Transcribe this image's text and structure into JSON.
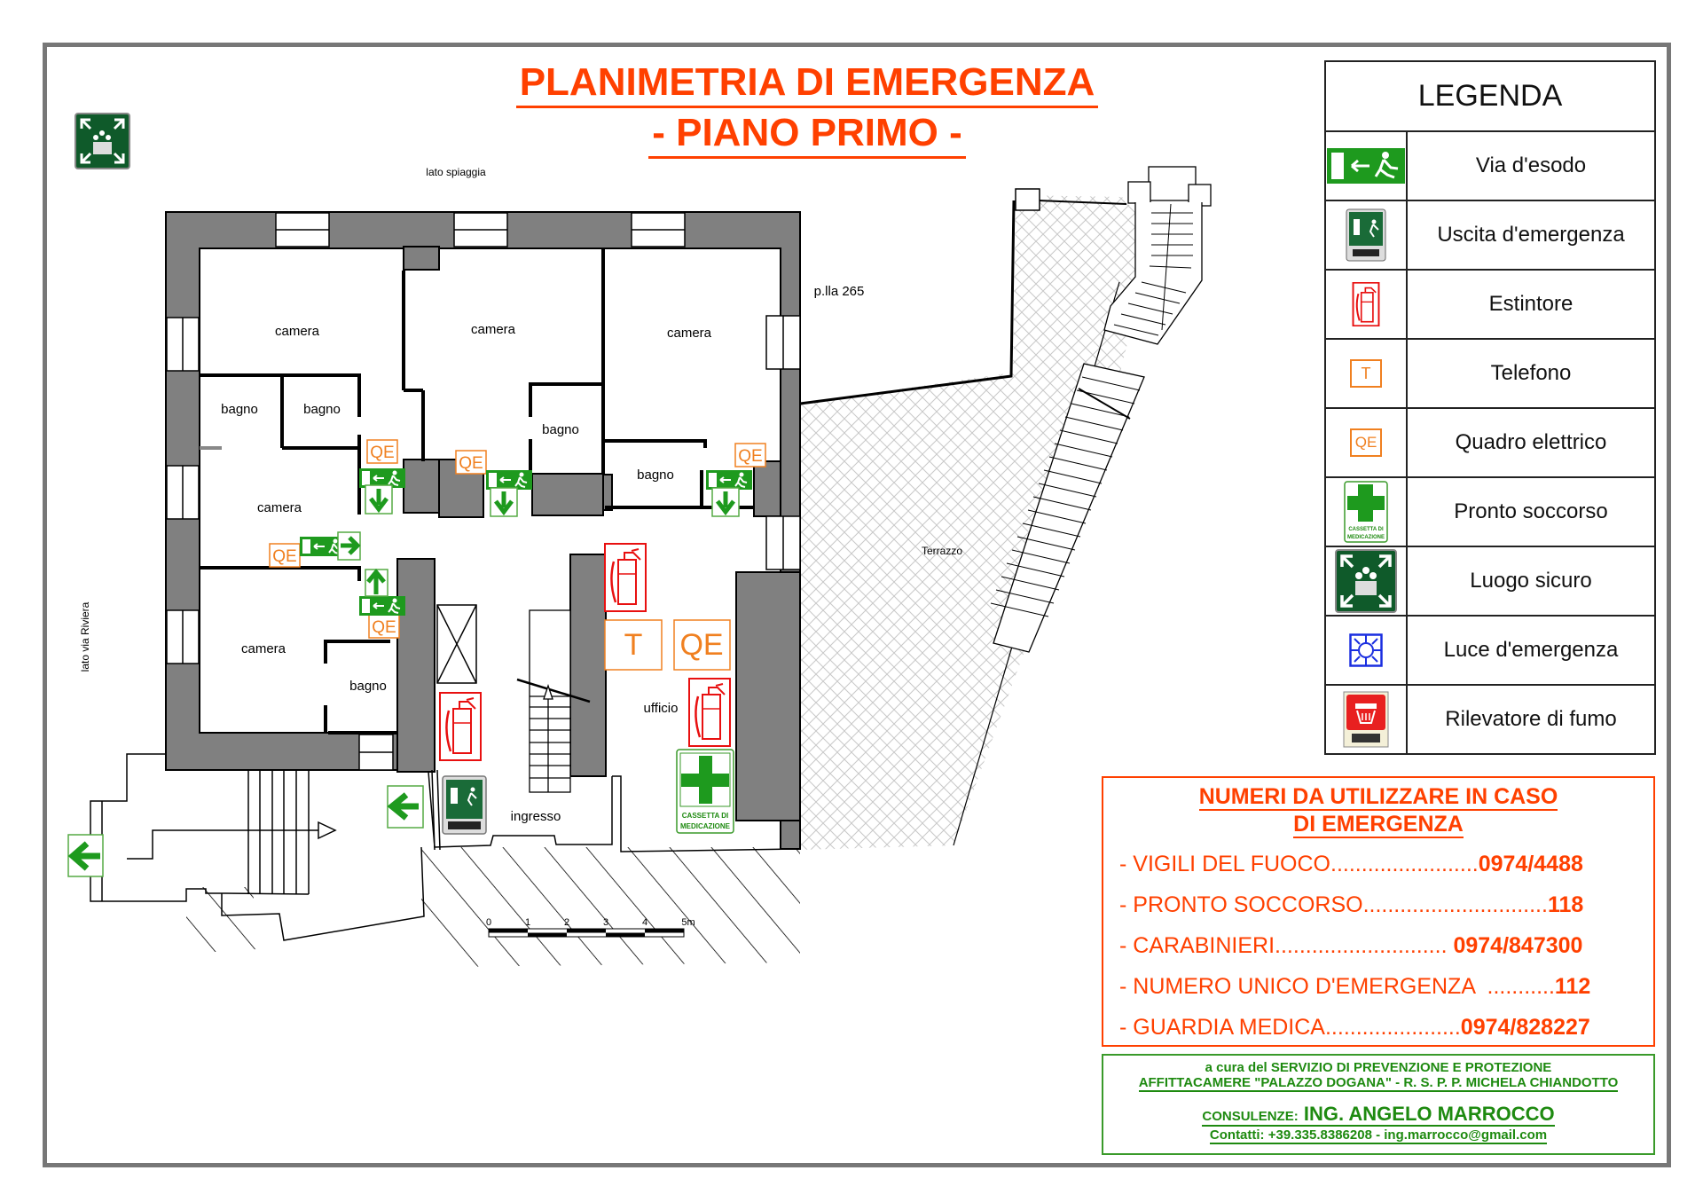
{
  "title": {
    "line1": "PLANIMETRIA DI EMERGENZA",
    "line2": "- PIANO PRIMO -"
  },
  "plan": {
    "labels": {
      "lato_spiaggia": "lato spiaggia",
      "lato_via_riviera": "lato via Riviera",
      "plla": "p.lla 265",
      "terrazzo": "Terrazzo",
      "camera_1": "camera",
      "camera_2": "camera",
      "camera_3": "camera",
      "camera_4": "camera",
      "camera_5": "camera",
      "bagno_1": "bagno",
      "bagno_2": "bagno",
      "bagno_3": "bagno",
      "bagno_4": "bagno",
      "bagno_5": "bagno",
      "ufficio": "ufficio",
      "ingresso": "ingresso"
    },
    "symbols": {
      "qe": "QE",
      "t": "T",
      "first_aid_line1": "CASSETTA DI",
      "first_aid_line2": "MEDICAZIONE"
    },
    "scale_bar": {
      "ticks": [
        "0",
        "1",
        "2",
        "3",
        "4",
        "5m"
      ]
    }
  },
  "legend": {
    "title": "LEGENDA",
    "items": [
      {
        "icon": "escape-route-sign",
        "label": "Via d'esodo"
      },
      {
        "icon": "emergency-exit-sign",
        "label": "Uscita d'emergenza"
      },
      {
        "icon": "fire-extinguisher",
        "label": "Estintore"
      },
      {
        "icon": "telephone",
        "label": "Telefono"
      },
      {
        "icon": "electrical-panel",
        "label": "Quadro elettrico"
      },
      {
        "icon": "first-aid",
        "label": "Pronto soccorso"
      },
      {
        "icon": "assembly-point",
        "label": "Luogo sicuro"
      },
      {
        "icon": "emergency-light",
        "label": "Luce d'emergenza"
      },
      {
        "icon": "smoke-detector",
        "label": "Rilevatore di fumo"
      }
    ],
    "icon_text": {
      "t": "T",
      "qe": "QE",
      "fa1": "CASSETTA DI",
      "fa2": "MEDICAZIONE"
    }
  },
  "emergency_numbers": {
    "heading_line1": "NUMERI DA UTILIZZARE IN CASO",
    "heading_line2": "DI EMERGENZA",
    "items": [
      {
        "label": "- VIGILI DEL FUOCO",
        "dots": "........................",
        "number": "0974/4488"
      },
      {
        "label": "- PRONTO SOCCORSO",
        "dots": "..............................",
        "number": "118"
      },
      {
        "label": "- CARABINIERI",
        "dots": "............................ ",
        "number": "0974/847300"
      },
      {
        "label": "- NUMERO UNICO D'EMERGENZA",
        "dots": "  ...........",
        "number": "112"
      },
      {
        "label": "- GUARDIA MEDICA",
        "dots": "......................",
        "number": "0974/828227"
      }
    ]
  },
  "credits": {
    "line1": "a cura del SERVIZIO DI PREVENZIONE E PROTEZIONE",
    "line2": "AFFITTACAMERE \"PALAZZO DOGANA\"  - R. S. P. P.  MICHELA CHIANDOTTO",
    "consulenze_label": "CONSULENZE:",
    "consultant": "ING. ANGELO MARROCCO",
    "contacts": "Contatti: +39.335.8386208 - ing.marrocco@gmail.com"
  },
  "colors": {
    "title": "#ff4000",
    "wall": "#808080",
    "safety_green": "#1e9a1e",
    "qe_orange": "#f08020",
    "extinguisher_red": "#e81010",
    "light_blue": "#1a2ee0",
    "frame": "#777777"
  }
}
